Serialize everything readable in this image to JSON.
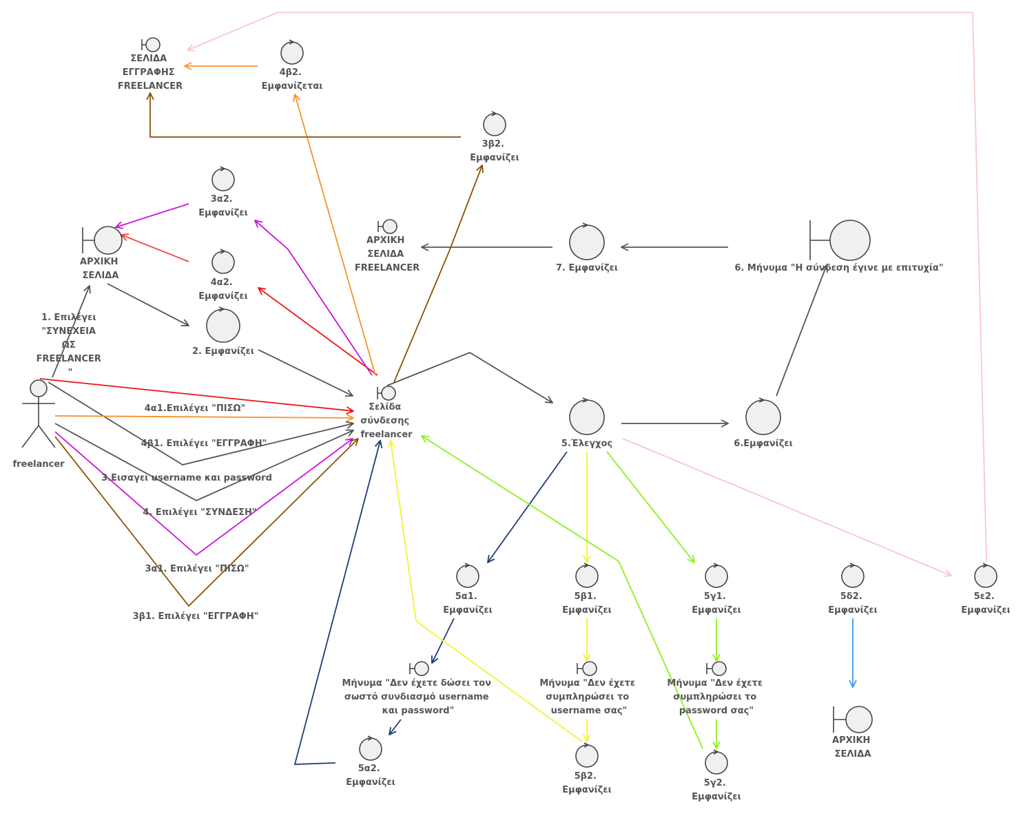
{
  "diagram": {
    "actor": "freelancer",
    "nodes": {
      "selida_eggrafis": [
        "ΣΕΛΙΔΑ",
        "ΕΓΓΡΑΦΗΣ",
        "FREELANCER"
      ],
      "n4b2": [
        "4β2.",
        "Εμφανίζεται"
      ],
      "n3b2": [
        "3β2.",
        "Εμφανίζει"
      ],
      "n3a2": [
        "3α2.",
        "Εμφανίζει"
      ],
      "arxiki_top": [
        "ΑΡΧΙΚΗ",
        "ΣΕΛΙΔΑ"
      ],
      "n4a2": [
        "4α2.",
        "Εμφανίζει"
      ],
      "n2": [
        "2. Εμφανίζει"
      ],
      "arxiki_freelancer": [
        "ΑΡΧΙΚΗ",
        "ΣΕΛΙΔΑ",
        "FREELANCER"
      ],
      "n7": [
        "7. Εμφανίζει"
      ],
      "n6msg": [
        "6. Μήνυμα \"Η σύνδεση έγινε με επιτυχία\""
      ],
      "selida_syndesis": [
        "Σελίδα",
        "σύνδεσης",
        "freelancer"
      ],
      "n5": [
        "5.Έλεγχος"
      ],
      "n6": [
        "6.Εμφανίζει"
      ],
      "n5a1": [
        "5α1.",
        "Εμφανίζει"
      ],
      "n5b1": [
        "5β1.",
        "Εμφανίζει"
      ],
      "n5g1": [
        "5γ1.",
        "Εμφανίζει"
      ],
      "n5d2": [
        "5δ2.",
        "Εμφανίζει"
      ],
      "n5e2": [
        "5ε2.",
        "Εμφανίζει"
      ],
      "msg5a": [
        "Μήνυμα \"Δεν έχετε δώσει τον",
        "σωστό συνδιασμό username",
        "και password\""
      ],
      "msg5b": [
        "Μήνυμα \"Δεν έχετε",
        "συμπληρώσει το",
        "username σας\""
      ],
      "msg5g": [
        "Μήνυμα \"Δεν έχετε",
        "συμπληρώσει το",
        "password σας\""
      ],
      "n5a2": [
        "5α2.",
        "Εμφανίζει"
      ],
      "n5b2": [
        "5β2.",
        "Εμφανίζει"
      ],
      "n5g2": [
        "5γ2.",
        "Εμφανίζει"
      ],
      "arxiki_bottom": [
        "ΑΡΧΙΚΗ",
        "ΣΕΛΙΔΑ"
      ]
    },
    "edge_labels": {
      "e1": [
        "1. Επιλέγει",
        "\"ΣΥΝΕΧΕΙΑ",
        "ΩΣ",
        "FREELANCER",
        "\""
      ],
      "e4a1": "4α1.Επιλέγει \"ΠΙΣΩ\"",
      "e4b1": "4β1. Επιλέγει \"ΕΓΓΡΑΦΗ\"",
      "e3": "3.Εισαγει username και password",
      "e4": "4. Επιλέγει \"ΣΥΝΔΕΣΗ\"",
      "e3a1": "3α1. Επιλέγει \"ΠΙΣΩ\"",
      "e3b1": "3β1. Επιλέγει \"ΕΓΓΡΑΦΗ\""
    },
    "colors": {
      "gray": "#555555",
      "red": "#ee1111",
      "orange": "#f7922a",
      "magenta": "#cc11dd",
      "brown": "#8a5208",
      "navy": "#1e3a78",
      "yellow": "#f2f238",
      "green": "#8cf020",
      "pink": "#f8c8c8",
      "blue": "#3399ee",
      "coral": "#ee4444"
    }
  }
}
